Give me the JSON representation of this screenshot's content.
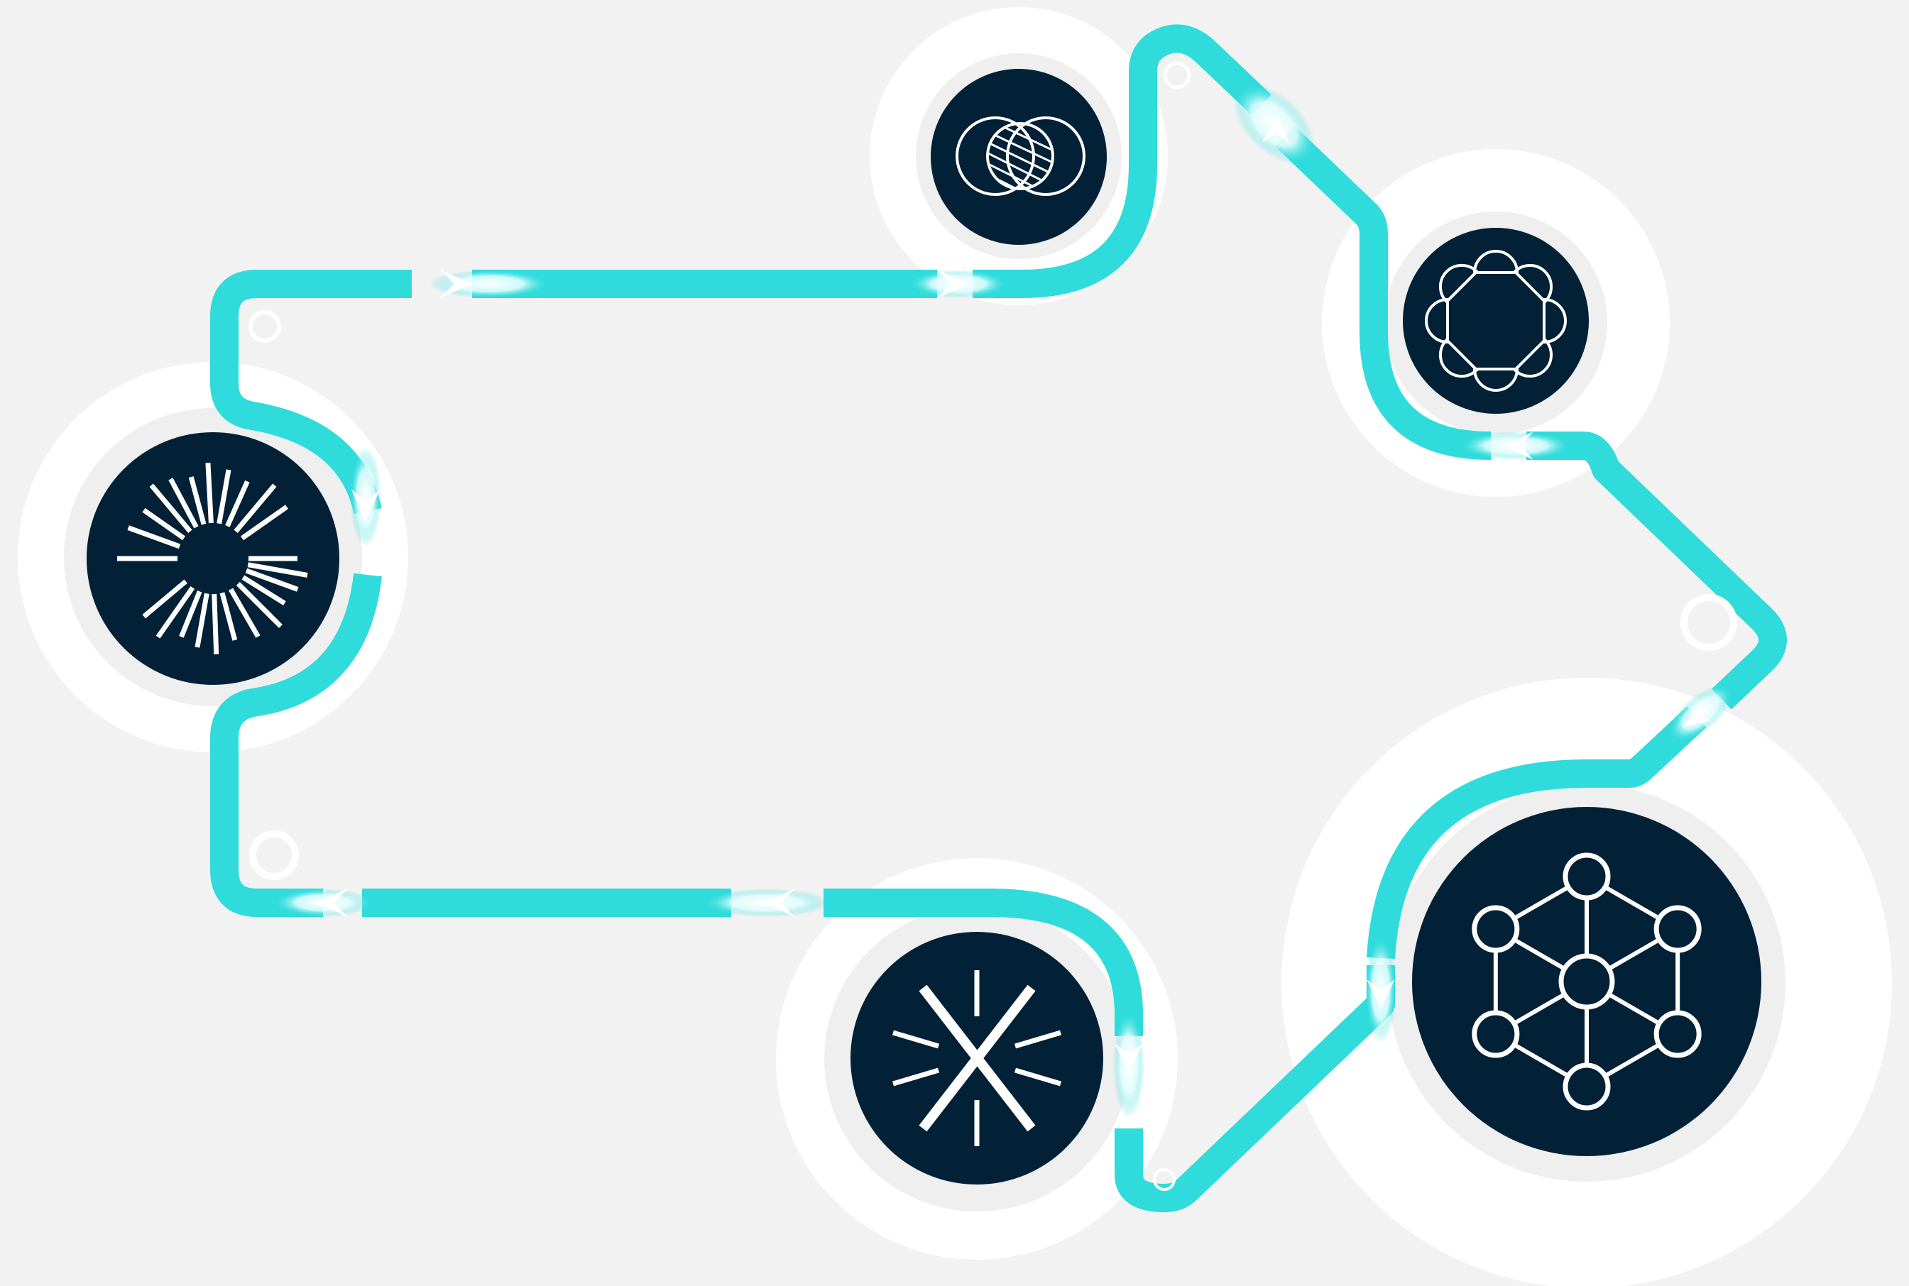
{
  "diagram": {
    "colors": {
      "background": "#f2f2f2",
      "halo": "#ffffff",
      "halo_ring": "#efefef",
      "node_fill": "#022036",
      "path": "#2fdbdb",
      "glow": "#e6fffe",
      "icon_stroke": "#ffffff"
    },
    "nodes": [
      {
        "id": "sunburst",
        "icon": "sunburst-rays-icon"
      },
      {
        "id": "venn",
        "icon": "overlapping-circles-icon"
      },
      {
        "id": "fan",
        "icon": "semicircle-fan-icon"
      },
      {
        "id": "asterisk",
        "icon": "asterisk-x-icon"
      },
      {
        "id": "network",
        "icon": "hexagon-network-icon"
      }
    ],
    "connector": {
      "style": "continuous-loop",
      "arrow_markers": 9
    }
  }
}
